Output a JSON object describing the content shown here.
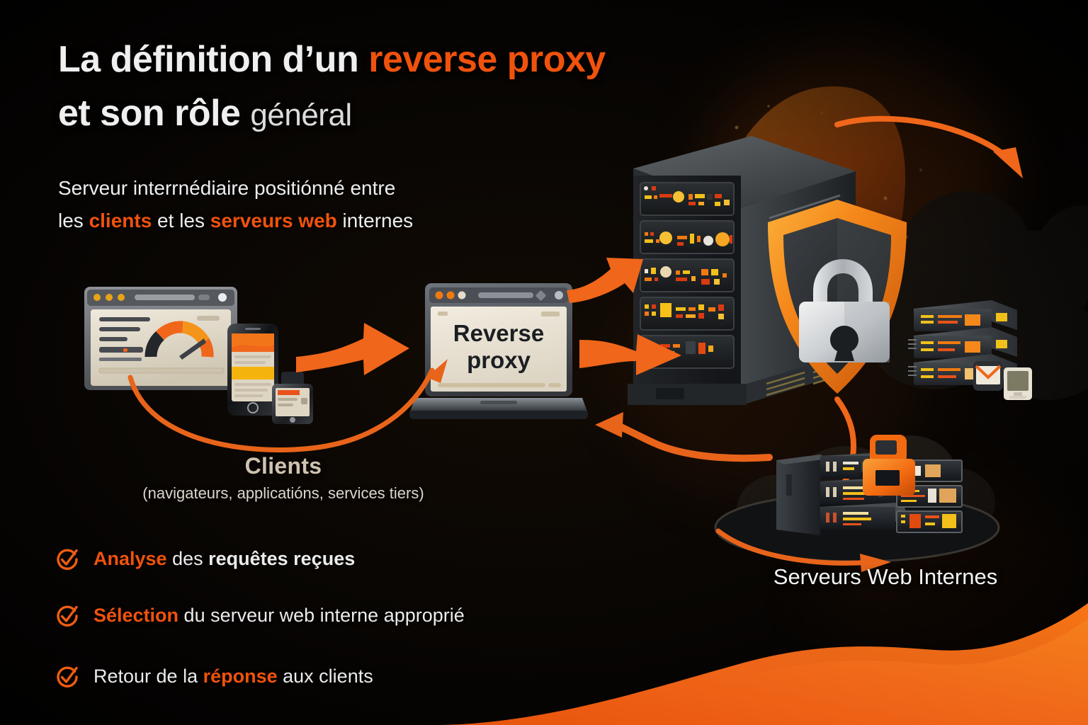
{
  "meta": {
    "domain": "infographic",
    "language": "fr",
    "background_color": "#050403",
    "accent_color": "#f0520d",
    "accent_color_secondary": "#f7931e",
    "text_color": "#efefef",
    "caption_color": "#cfc3b0"
  },
  "headline": {
    "line1_plain": "La définition d’un ",
    "line1_accent": "reverse proxy",
    "line2_bold": "et son rôle ",
    "line2_light": "général"
  },
  "subtitle": {
    "part1": "Serveur interrnédiaire positiónné entre",
    "part2_pre": "les ",
    "part2_accent1": "clients",
    "part2_mid": " et les ",
    "part2_accent2": "serveurs web",
    "part2_post": " internes"
  },
  "diagram": {
    "client_browser": {
      "name": "client-browser-window",
      "widget": "speedometer-gauge",
      "dots": [
        "#e8a31a",
        "#e8a31a",
        "#e8a31a"
      ],
      "gauge_arc_color": "#f07a10",
      "screen_color": "#ded5c4"
    },
    "client_phone": {
      "name": "client-smartphone",
      "header_color": "#f0661a",
      "band_color": "#f5b40c"
    },
    "client_tablet": {
      "name": "client-tablet",
      "header_color": "#e8521a"
    },
    "proxy_laptop": {
      "name": "reverse-proxy-laptop",
      "screen_label_line1": "Reverse",
      "screen_label_line2": "proxy",
      "screen_text_color": "#1b1f22",
      "screen_color": "#e7e1d4",
      "dots": [
        "#f07a10",
        "#f07a10",
        "#e6dccb"
      ]
    },
    "server_rack": {
      "name": "reverse-proxy-server-rack",
      "bays": 5,
      "led_colors": [
        "#f2c01a",
        "#f07a10",
        "#d93b12",
        "#e8e3d8",
        "#f5a623"
      ]
    },
    "shield": {
      "name": "security-shield-padlock",
      "shield_color": "#f5881a",
      "shield_inner_color": "#2a2a2a",
      "padlock_color": "#d9d9d9"
    },
    "internal_servers_right": {
      "name": "internal-servers-cluster-right",
      "units": 3,
      "led_colors": [
        "#f2c01a",
        "#f07a10",
        "#e86a10"
      ]
    },
    "internal_servers_bottom": {
      "name": "internal-servers-cluster-bottom",
      "units": 3,
      "padlock_color": "#f7761a"
    },
    "mail_icon": {
      "name": "envelope-icon"
    },
    "monitor_icon": {
      "name": "small-monitor-icon"
    },
    "arrows": [
      {
        "name": "arrow-clients-to-proxy",
        "direction": "right",
        "style": "thick"
      },
      {
        "name": "arrow-proxy-to-rack-upper",
        "direction": "up-right",
        "style": "thick"
      },
      {
        "name": "arrow-proxy-to-rack-lower",
        "direction": "right",
        "style": "thick"
      },
      {
        "name": "arrow-rack-to-proxy-return",
        "direction": "left",
        "style": "curved"
      },
      {
        "name": "arrow-proxy-to-clients-return",
        "direction": "curve-left",
        "style": "thin-curve"
      },
      {
        "name": "arrow-rack-to-internal-servers-top",
        "direction": "down-right",
        "style": "thin-curve"
      },
      {
        "name": "arrow-rack-to-internal-servers-bottom",
        "direction": "down-right",
        "style": "thin-curve"
      }
    ]
  },
  "captions": {
    "clients_title": "Clients",
    "clients_subtitle": "(navigateurs, applicatións, services tiers)",
    "internal_servers": "Serveurs Web Internes"
  },
  "bullets": [
    {
      "icon": "check-circle-icon",
      "highlight": "Analyse",
      "rest_plain": " des ",
      "rest_bold": "requêtes reçues",
      "rest_tail": ""
    },
    {
      "icon": "check-circle-icon",
      "highlight": "Sélection",
      "rest_plain": " du serveur web interne approprié",
      "rest_bold": "",
      "rest_tail": ""
    },
    {
      "icon": "check-circle-icon",
      "highlight": "",
      "rest_plain": "Retour de la ",
      "rest_bold": "",
      "rest_tail": "",
      "mid_highlight": "réponse",
      "tail_plain": " aux clients"
    }
  ]
}
